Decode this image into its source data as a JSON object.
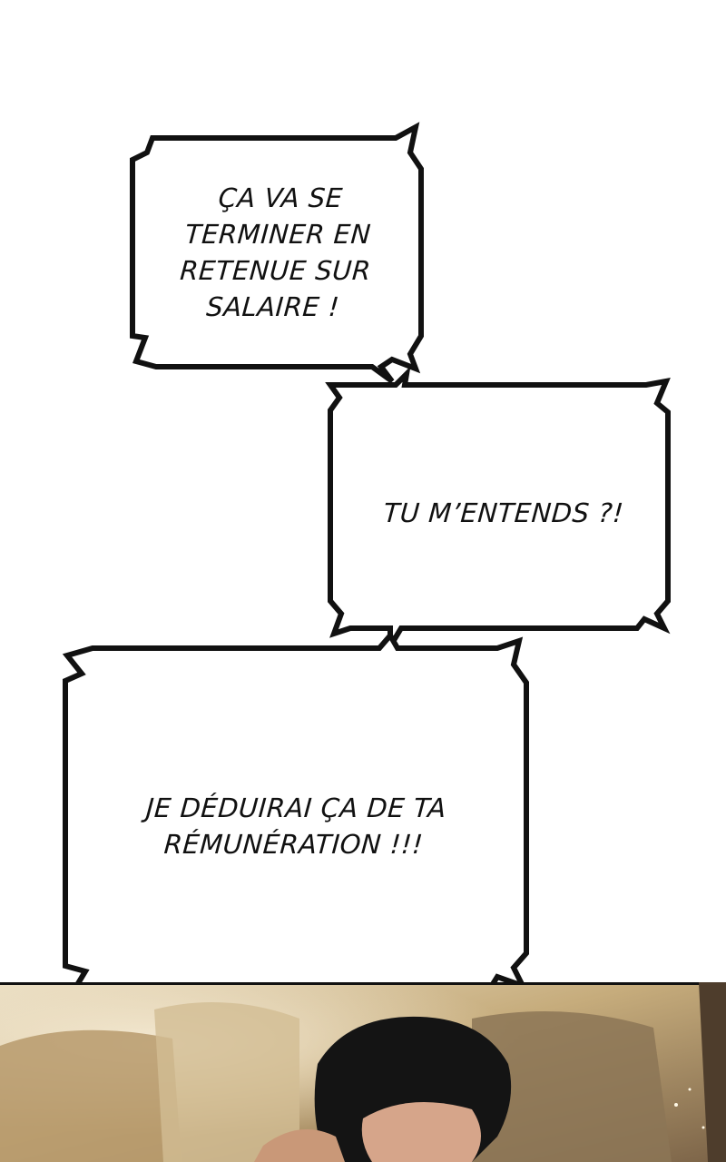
{
  "bubbles": [
    {
      "text": "ÇA VA SE\nTERMINER EN\nRETENUE SUR\nSALAIRE !"
    },
    {
      "text": "TU M’ENTENDS ?!"
    },
    {
      "text": "JE DÉDUIRAI ÇA DE TA\nRÉMUNÉRATION !!!"
    }
  ],
  "colors": {
    "ink": "#111111",
    "paper": "#ffffff",
    "panel_warm": "#c9b48a",
    "hair": "#141414",
    "skin": "#d6a58a"
  },
  "icons": [
    "spiky-speech-bubble",
    "manga-panel-character"
  ]
}
